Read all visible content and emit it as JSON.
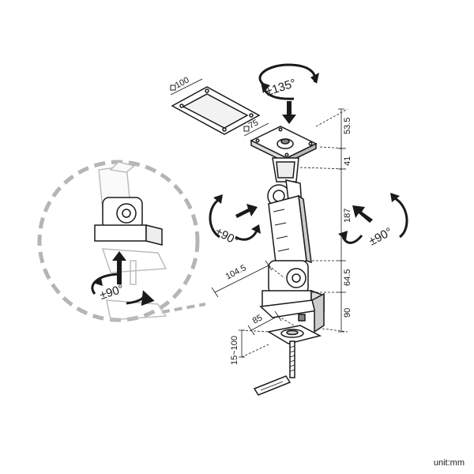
{
  "labels": {
    "rot_top": "±135°",
    "rot_left": "±90°",
    "rot_right": "±90°",
    "rot_detail": "±90°"
  },
  "dimensions": {
    "vesa_large": "100",
    "vesa_small": "75",
    "d_53_5": "53.5",
    "d_41": "41",
    "d_187": "187",
    "d_64_5": "64.5",
    "d_90": "90",
    "d_104_5": "104.5",
    "d_85": "85",
    "d_clamp": "15~100"
  },
  "unit_label": "unit:mm",
  "colors": {
    "line": "#1a1a1a",
    "dash": "#b5b5b5",
    "fill": "#ffffff",
    "grey": "#d9d9d9"
  }
}
